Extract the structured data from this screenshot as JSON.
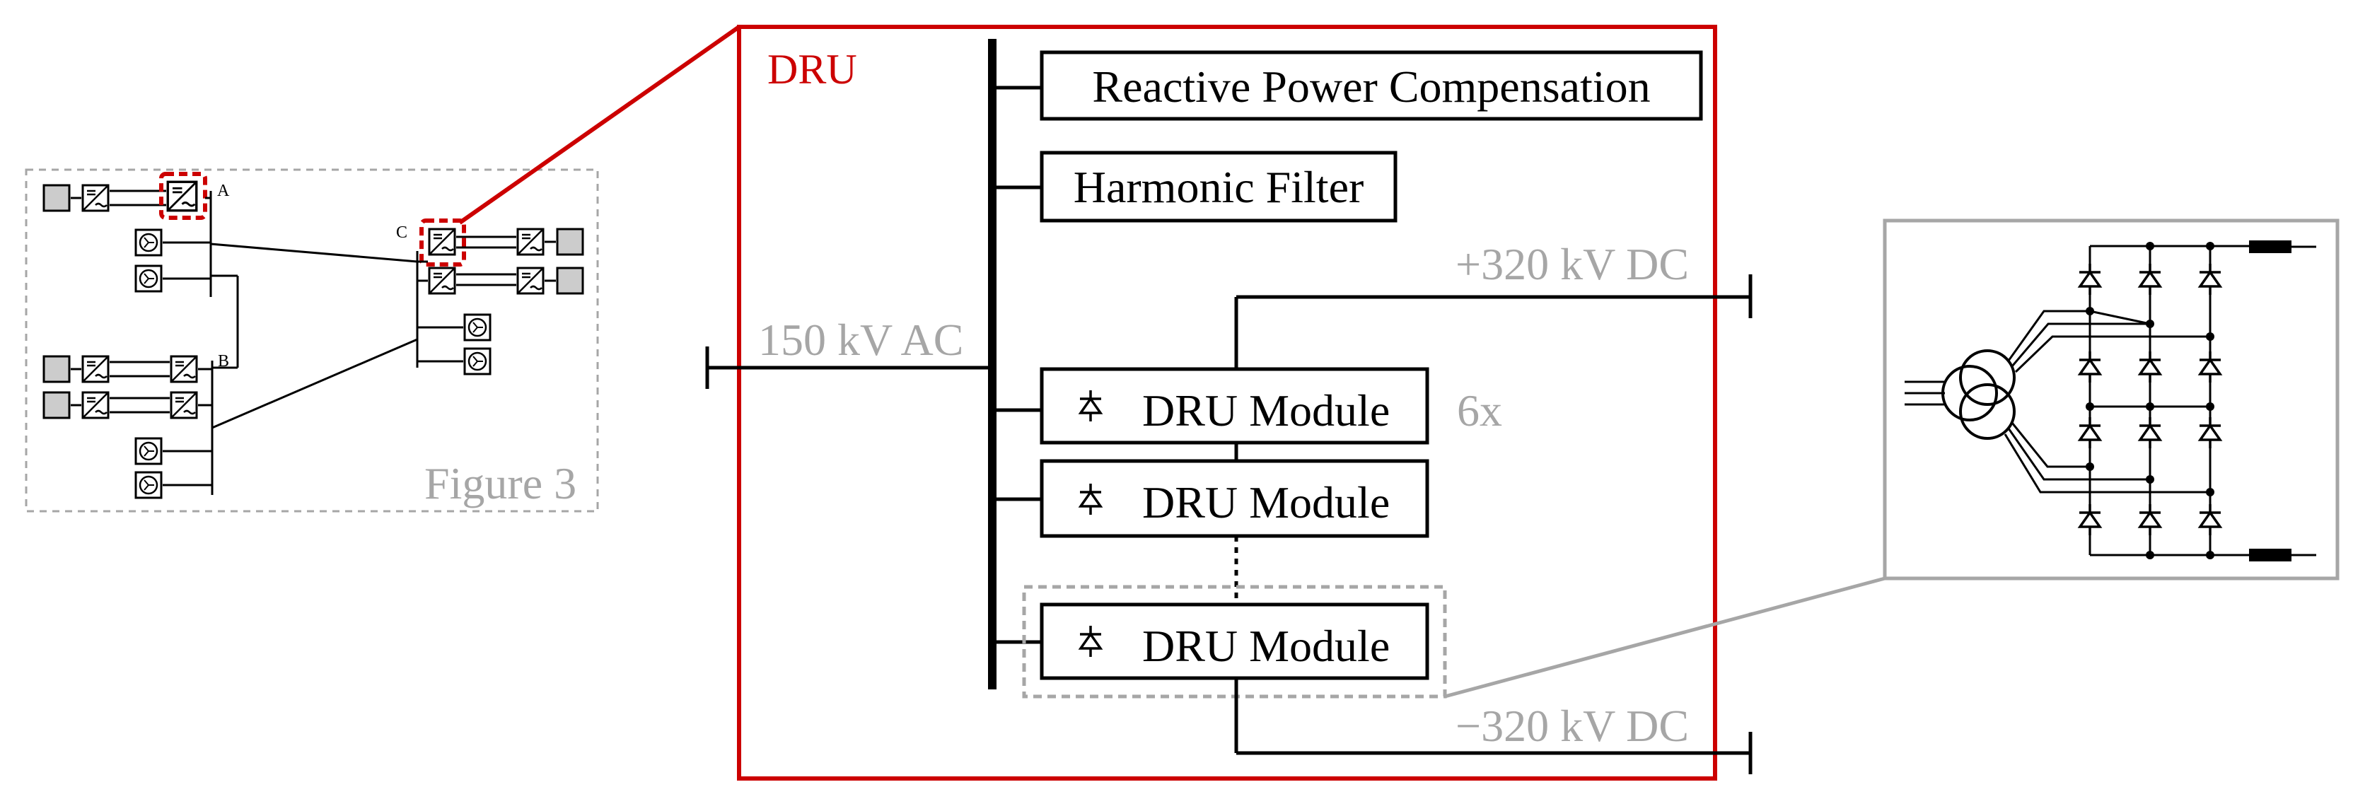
{
  "colors": {
    "red": "#cc0000",
    "gray": "#a6a6a6",
    "black": "#000000",
    "fill_gray": "#cccccc"
  },
  "dru_box": {
    "title": "DRU"
  },
  "blocks": {
    "reactive_power_compensation": "Reactive Power Compensation",
    "harmonic_filter": "Harmonic Filter",
    "dru_module_1": "DRU Module",
    "dru_module_2": "DRU Module",
    "dru_module_3": "DRU Module",
    "module_count": "6x"
  },
  "voltages": {
    "ac": "150 kV AC",
    "dc_positive": "+320 kV DC",
    "dc_negative": "−320 kV DC"
  },
  "overview": {
    "caption": "Figure 3",
    "node_a": "A",
    "node_b": "B",
    "node_c": "C"
  },
  "icons": {
    "diode": "diode-icon",
    "converter": "converter-icon",
    "generator": "generator-icon",
    "transformer": "transformer-icon",
    "inductor": "inductor-icon"
  }
}
